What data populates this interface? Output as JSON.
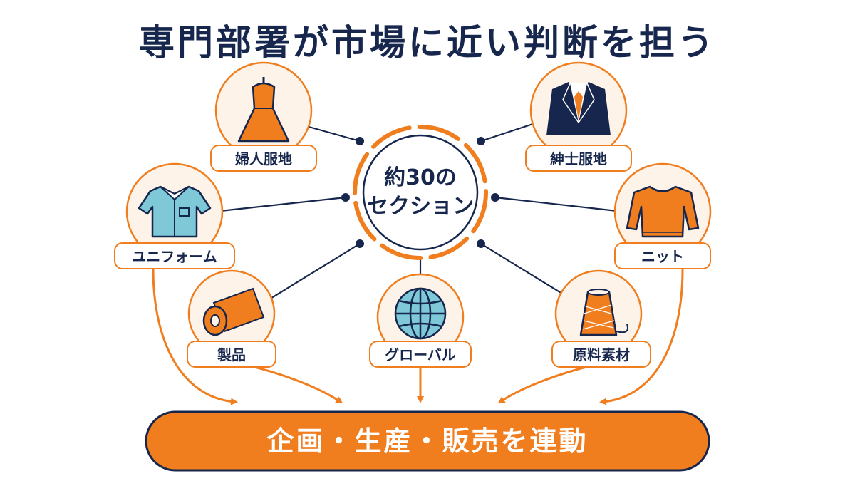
{
  "title": "専門部署が市場に近い判断を担う",
  "center": {
    "line1": "約30の",
    "line2": "セクション"
  },
  "sections": {
    "womens": "婦人服地",
    "mens": "紳士服地",
    "uniform": "ユニフォーム",
    "knit": "ニット",
    "product": "製品",
    "global": "グローバル",
    "materials": "原料素材"
  },
  "bottom_bar": "企画・生産・販売を連動",
  "colors": {
    "navy": "#16264d",
    "orange": "#f07d1e",
    "light_blue": "#7ec8d8",
    "cream": "#fdf3e9"
  }
}
